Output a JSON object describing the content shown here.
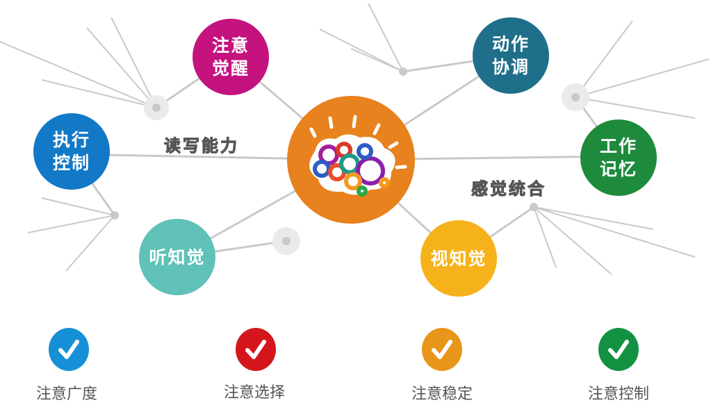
{
  "center": {
    "icon": "brain-gears-icon",
    "color": "#e8821e"
  },
  "nodes": [
    {
      "line1": "注意",
      "line2": "觉醒",
      "color": "#c4127f"
    },
    {
      "line1": "动作",
      "line2": "协调",
      "color": "#1f6f8b"
    },
    {
      "line1": "执行",
      "line2": "控制",
      "color": "#1279c6"
    },
    {
      "line1": "工作",
      "line2": "记忆",
      "color": "#1e8a3c"
    },
    {
      "line1": "听知觉",
      "color": "#5fc1b8"
    },
    {
      "line1": "视知觉",
      "color": "#f5b21a"
    }
  ],
  "labels": {
    "reading_writing": "读写能力",
    "sensory_integration": "感觉统合"
  },
  "checks": [
    {
      "label": "注意广度",
      "color": "#1590d6"
    },
    {
      "label": "注意选择",
      "color": "#d4151c"
    },
    {
      "label": "注意稳定",
      "color": "#e8961a"
    },
    {
      "label": "注意控制",
      "color": "#129142"
    }
  ]
}
